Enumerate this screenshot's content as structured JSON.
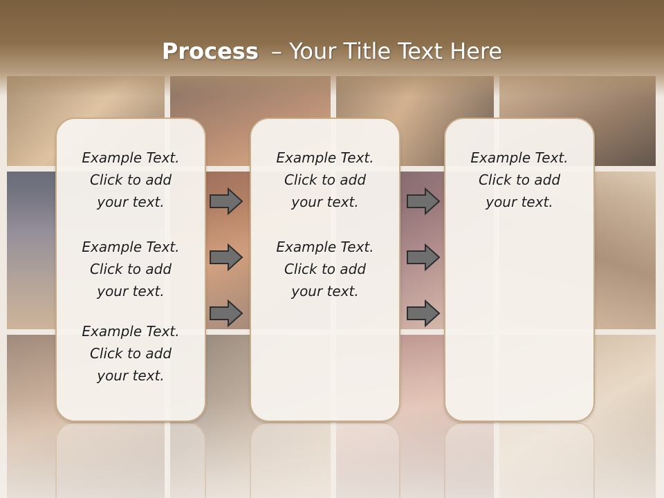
{
  "slide": {
    "title_bold": "Process",
    "title_rest": "– Your Title Text Here",
    "columns": [
      {
        "items": [
          "Example Text.\nClick  to add\nyour text.",
          "Example Text.\nClick  to add\nyour text.",
          "Example Text.\nClick  to add\nyour text."
        ]
      },
      {
        "items": [
          "Example Text.\nClick  to add\nyour text.",
          "Example Text.\nClick  to add\nyour text."
        ]
      },
      {
        "items": [
          "Example Text.\nClick  to add\nyour text."
        ]
      }
    ],
    "arrow_icon": "right-arrow-icon",
    "colors": {
      "title_band": "#7a5f40",
      "panel_fill": "#f6f1ec",
      "panel_border": "#c8ad8a",
      "arrow_fill": "#6f6f6f"
    }
  }
}
